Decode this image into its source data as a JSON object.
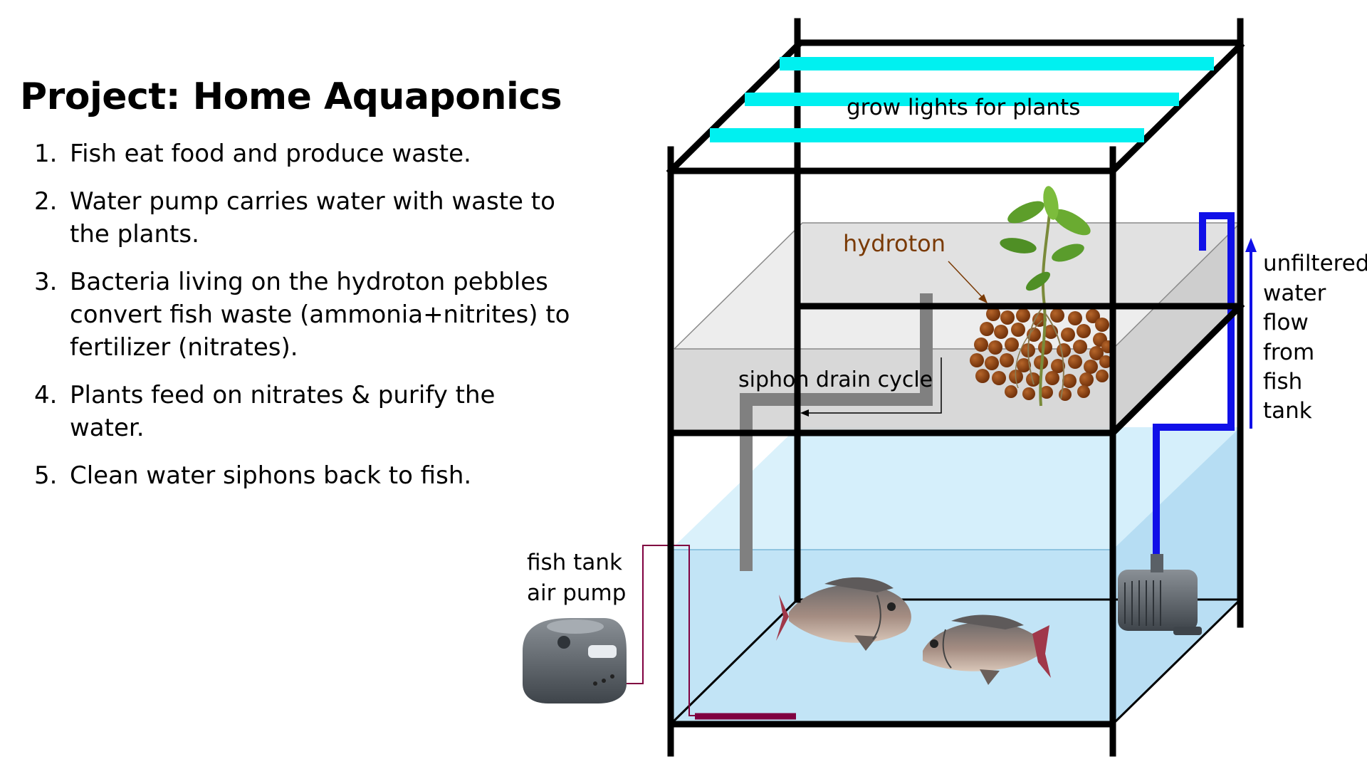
{
  "title": "Project: Home Aquaponics",
  "steps": [
    {
      "number": "1.",
      "text": "Fish eat food and produce waste."
    },
    {
      "number": "2.",
      "text": "Water pump carries water with waste to the plants."
    },
    {
      "number": "3.",
      "text": "Bacteria living on the hydroton pebbles convert fish waste (ammonia+nitrites) to fertilizer (nitrates)."
    },
    {
      "number": "4.",
      "text": "Plants feed on nitrates & purify the water."
    },
    {
      "number": "5.",
      "text": "Clean water siphons back to fish."
    }
  ],
  "diagram": {
    "grow_lights_label": "grow lights for plants",
    "hydroton_label": "hydroton",
    "siphon_label": "siphon drain cycle",
    "air_pump_label": [
      "fish tank",
      "air pump"
    ],
    "flow_label": [
      "unfiltered",
      "water",
      "flow",
      "from",
      "fish",
      "tank"
    ],
    "colors": {
      "grow_light": "#00f0f0",
      "pump_pipe": "#1010e8",
      "siphon_pipe": "#808080",
      "air_line": "#800040",
      "hydroton_pebble": "#8b3e0e",
      "hydroton_label": "#7a3a05",
      "water": "#bfe3f5"
    }
  }
}
